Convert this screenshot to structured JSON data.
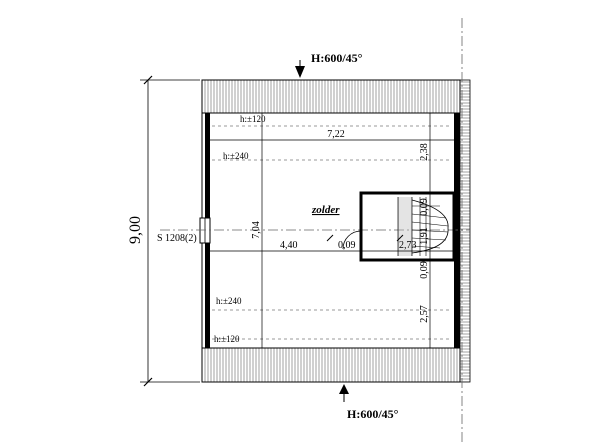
{
  "roof_top_label": "H:600/45°",
  "roof_bottom_label": "H:600/45°",
  "overall_dimension": "9,00",
  "window_label": "S 1208(2)",
  "room_label": "zolder",
  "height_labels": {
    "top_120": "h:±120",
    "top_240": "h:±240",
    "bottom_240": "h:±240",
    "bottom_120": "h:±120"
  },
  "dimensions": {
    "width_top": "7,22",
    "inner_height": "7,04",
    "left_to_stair": "4,40",
    "stair_gap": "0,09",
    "stair_width": "2,73",
    "right_top": "2,38",
    "right_gap_top": "0,09",
    "right_stair": "1,91",
    "right_gap_bottom": "0,09",
    "right_bottom": "2,57"
  },
  "colors": {
    "line": "#000000",
    "thin": "#555555",
    "hatch": "#9a9a9a"
  }
}
